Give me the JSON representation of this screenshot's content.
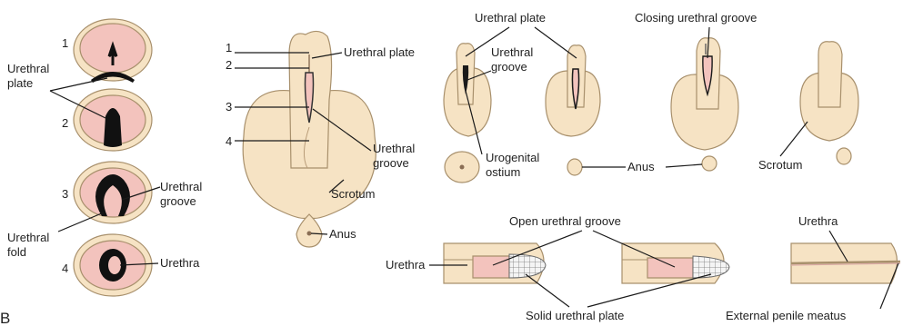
{
  "panel_letter": "B",
  "cross_sections": {
    "stage_numbers": [
      "1",
      "2",
      "3",
      "4"
    ],
    "labels": {
      "urethral_plate": "Urethral plate",
      "urethral_groove": "Urethral groove",
      "urethral_fold": "Urethral fold",
      "urethra": "Urethra"
    }
  },
  "large_embryo": {
    "level_numbers": [
      "1",
      "2",
      "3",
      "4"
    ],
    "labels": {
      "urethral_plate": "Urethral plate",
      "urethral_groove": "Urethral groove",
      "scrotum": "Scrotum",
      "anus": "Anus"
    }
  },
  "developmental_series": {
    "labels": {
      "urethral_plate": "Urethral plate",
      "urethral_groove": "Urethral groove",
      "urogenital_ostium": "Urogenital ostium",
      "closing_urethral_groove": "Closing urethral groove",
      "anus": "Anus",
      "scrotum": "Scrotum"
    }
  },
  "sagittal_sections": {
    "labels": {
      "open_urethral_groove": "Open urethral groove",
      "urethra_left": "Urethra",
      "solid_urethral_plate": "Solid urethral plate",
      "urethra_right": "Urethra",
      "external_penile_meatus": "External penile meatus"
    }
  },
  "colors": {
    "tissue": "#f6e3c4",
    "lumen_pink": "#f3c3bd",
    "outline": "#a8906c",
    "epithelium_black": "#111111"
  }
}
